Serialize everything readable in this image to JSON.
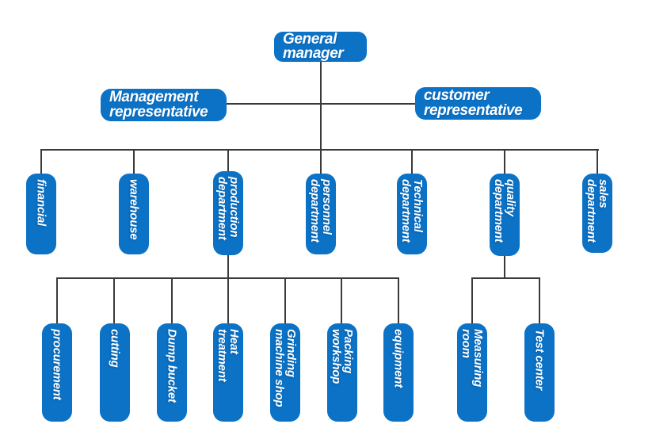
{
  "colors": {
    "node_fill": "#0b72c6",
    "node_text": "#ffffff",
    "connector": "#3a3a3a",
    "background": "#ffffff"
  },
  "org_chart": {
    "root": {
      "label": "General\nmanager"
    },
    "representatives": [
      {
        "label": "Management\nrepresentative"
      },
      {
        "label": "customer\nrepresentative"
      }
    ],
    "departments": [
      {
        "label": "financial"
      },
      {
        "label": "warehouse"
      },
      {
        "label": "production\ndepartment",
        "children": [
          {
            "label": "procurement"
          },
          {
            "label": "cutting"
          },
          {
            "label": "Dump bucket"
          },
          {
            "label": "Heat\ntreatment"
          },
          {
            "label": "Grinding\nmachine shop"
          },
          {
            "label": "Packing\nworkshop"
          },
          {
            "label": "equipment"
          }
        ]
      },
      {
        "label": "personnel\ndepartment"
      },
      {
        "label": "Technical\ndepartment"
      },
      {
        "label": "quality\ndepartment",
        "children": [
          {
            "label": "Measuring\nroom"
          },
          {
            "label": "Test center"
          }
        ]
      },
      {
        "label": "sales\ndepartment"
      }
    ]
  }
}
